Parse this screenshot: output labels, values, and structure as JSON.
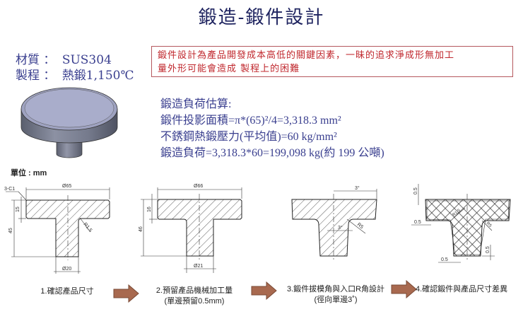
{
  "title": "鍛造-鍛件設計",
  "specs": {
    "material_label": "材質 ：",
    "material_value": "SUS304",
    "process_label": "製程 ：",
    "process_value": "熱鍛1,150℃"
  },
  "note": {
    "line1": "鍛件設計為產品開發成本高低的關鍵因素，一昧的追求淨成形無加工",
    "line2": "量外形可能會造成 製程上的困難",
    "border_color": "#b5585e",
    "text_color": "#c0282e"
  },
  "calculation": {
    "heading": "鍛造負荷估算:",
    "line1": "鍛件投影面積=π*(65)²/4=3,318.3 mm²",
    "line2": "不銹鋼熱鍛壓力(平均值)=60 kg/mm²",
    "line3": "鍛造負荷=3,318.3*60=199,098 kg(約 199 公噸)"
  },
  "unit_label": "單位 : mm",
  "drawings": [
    {
      "name": "product",
      "dims": {
        "top_diameter": "Ø65",
        "flange_height": "15",
        "total_height": "45",
        "stem_diameter": "Ø20",
        "chamfer": "3-C1",
        "radius": "R1.5"
      }
    },
    {
      "name": "machining-allowance",
      "dims": {
        "top_diameter": "Ø66",
        "flange_height": "16",
        "total_height": "46",
        "stem_diameter": "Ø21"
      }
    },
    {
      "name": "draft-angle",
      "dims": {
        "top_draft": "3°",
        "stem_draft": "3°",
        "radius": "R5"
      }
    },
    {
      "name": "comparison",
      "dims": {
        "top_offset": "0.5",
        "flange_offset": "0.5",
        "stem_offset": "0.5",
        "bottom_offset": "0.5",
        "inner_radius": "R1.5",
        "outer_radius": "R5"
      }
    }
  ],
  "steps": [
    {
      "line1": "1.確認產品尺寸",
      "line2": ""
    },
    {
      "line1": "2.預留產品機械加工量",
      "line2": "(單邊預留0.5mm)"
    },
    {
      "line1": "3.鍛件拔模角與入口R角設計",
      "line2": "(徑向單邊3˚)"
    },
    {
      "line1": "4.確認鍛件與產品尺寸差異",
      "line2": ""
    }
  ],
  "colors": {
    "title": "#1f2460",
    "spec_text": "#3a3f8f",
    "arrow_fill": "#a8694f",
    "arrow_stroke": "#7a4a36"
  }
}
